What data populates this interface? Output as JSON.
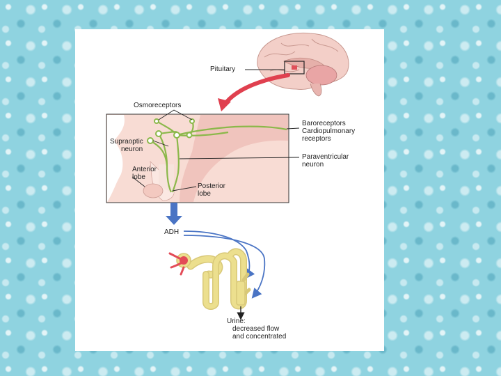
{
  "labels": {
    "pituitary": "Pituitary",
    "osmoreceptors": "Osmoreceptors",
    "baroreceptors_line1": "Baroreceptors",
    "baroreceptors_line2": "Cardiopulmonary",
    "baroreceptors_line3": "receptors",
    "supraoptic_line1": "Supraoptic",
    "supraoptic_line2": "neuron",
    "paraventricular_line1": "Paraventricular",
    "paraventricular_line2": "neuron",
    "anterior_line1": "Anterior",
    "anterior_line2": "lobe",
    "posterior_line1": "Posterior",
    "posterior_line2": "lobe",
    "adh": "ADH",
    "urine_line1": "Urine:",
    "urine_line2": "decreased flow",
    "urine_line3": "and concentrated"
  },
  "colors": {
    "nerve_green": "#8bb84a",
    "arrow_red": "#e0404f",
    "arrow_blue": "#4a74c4",
    "tubule_yellow": "#ecdf8e",
    "tissue_pink": "#f6d5cc"
  }
}
